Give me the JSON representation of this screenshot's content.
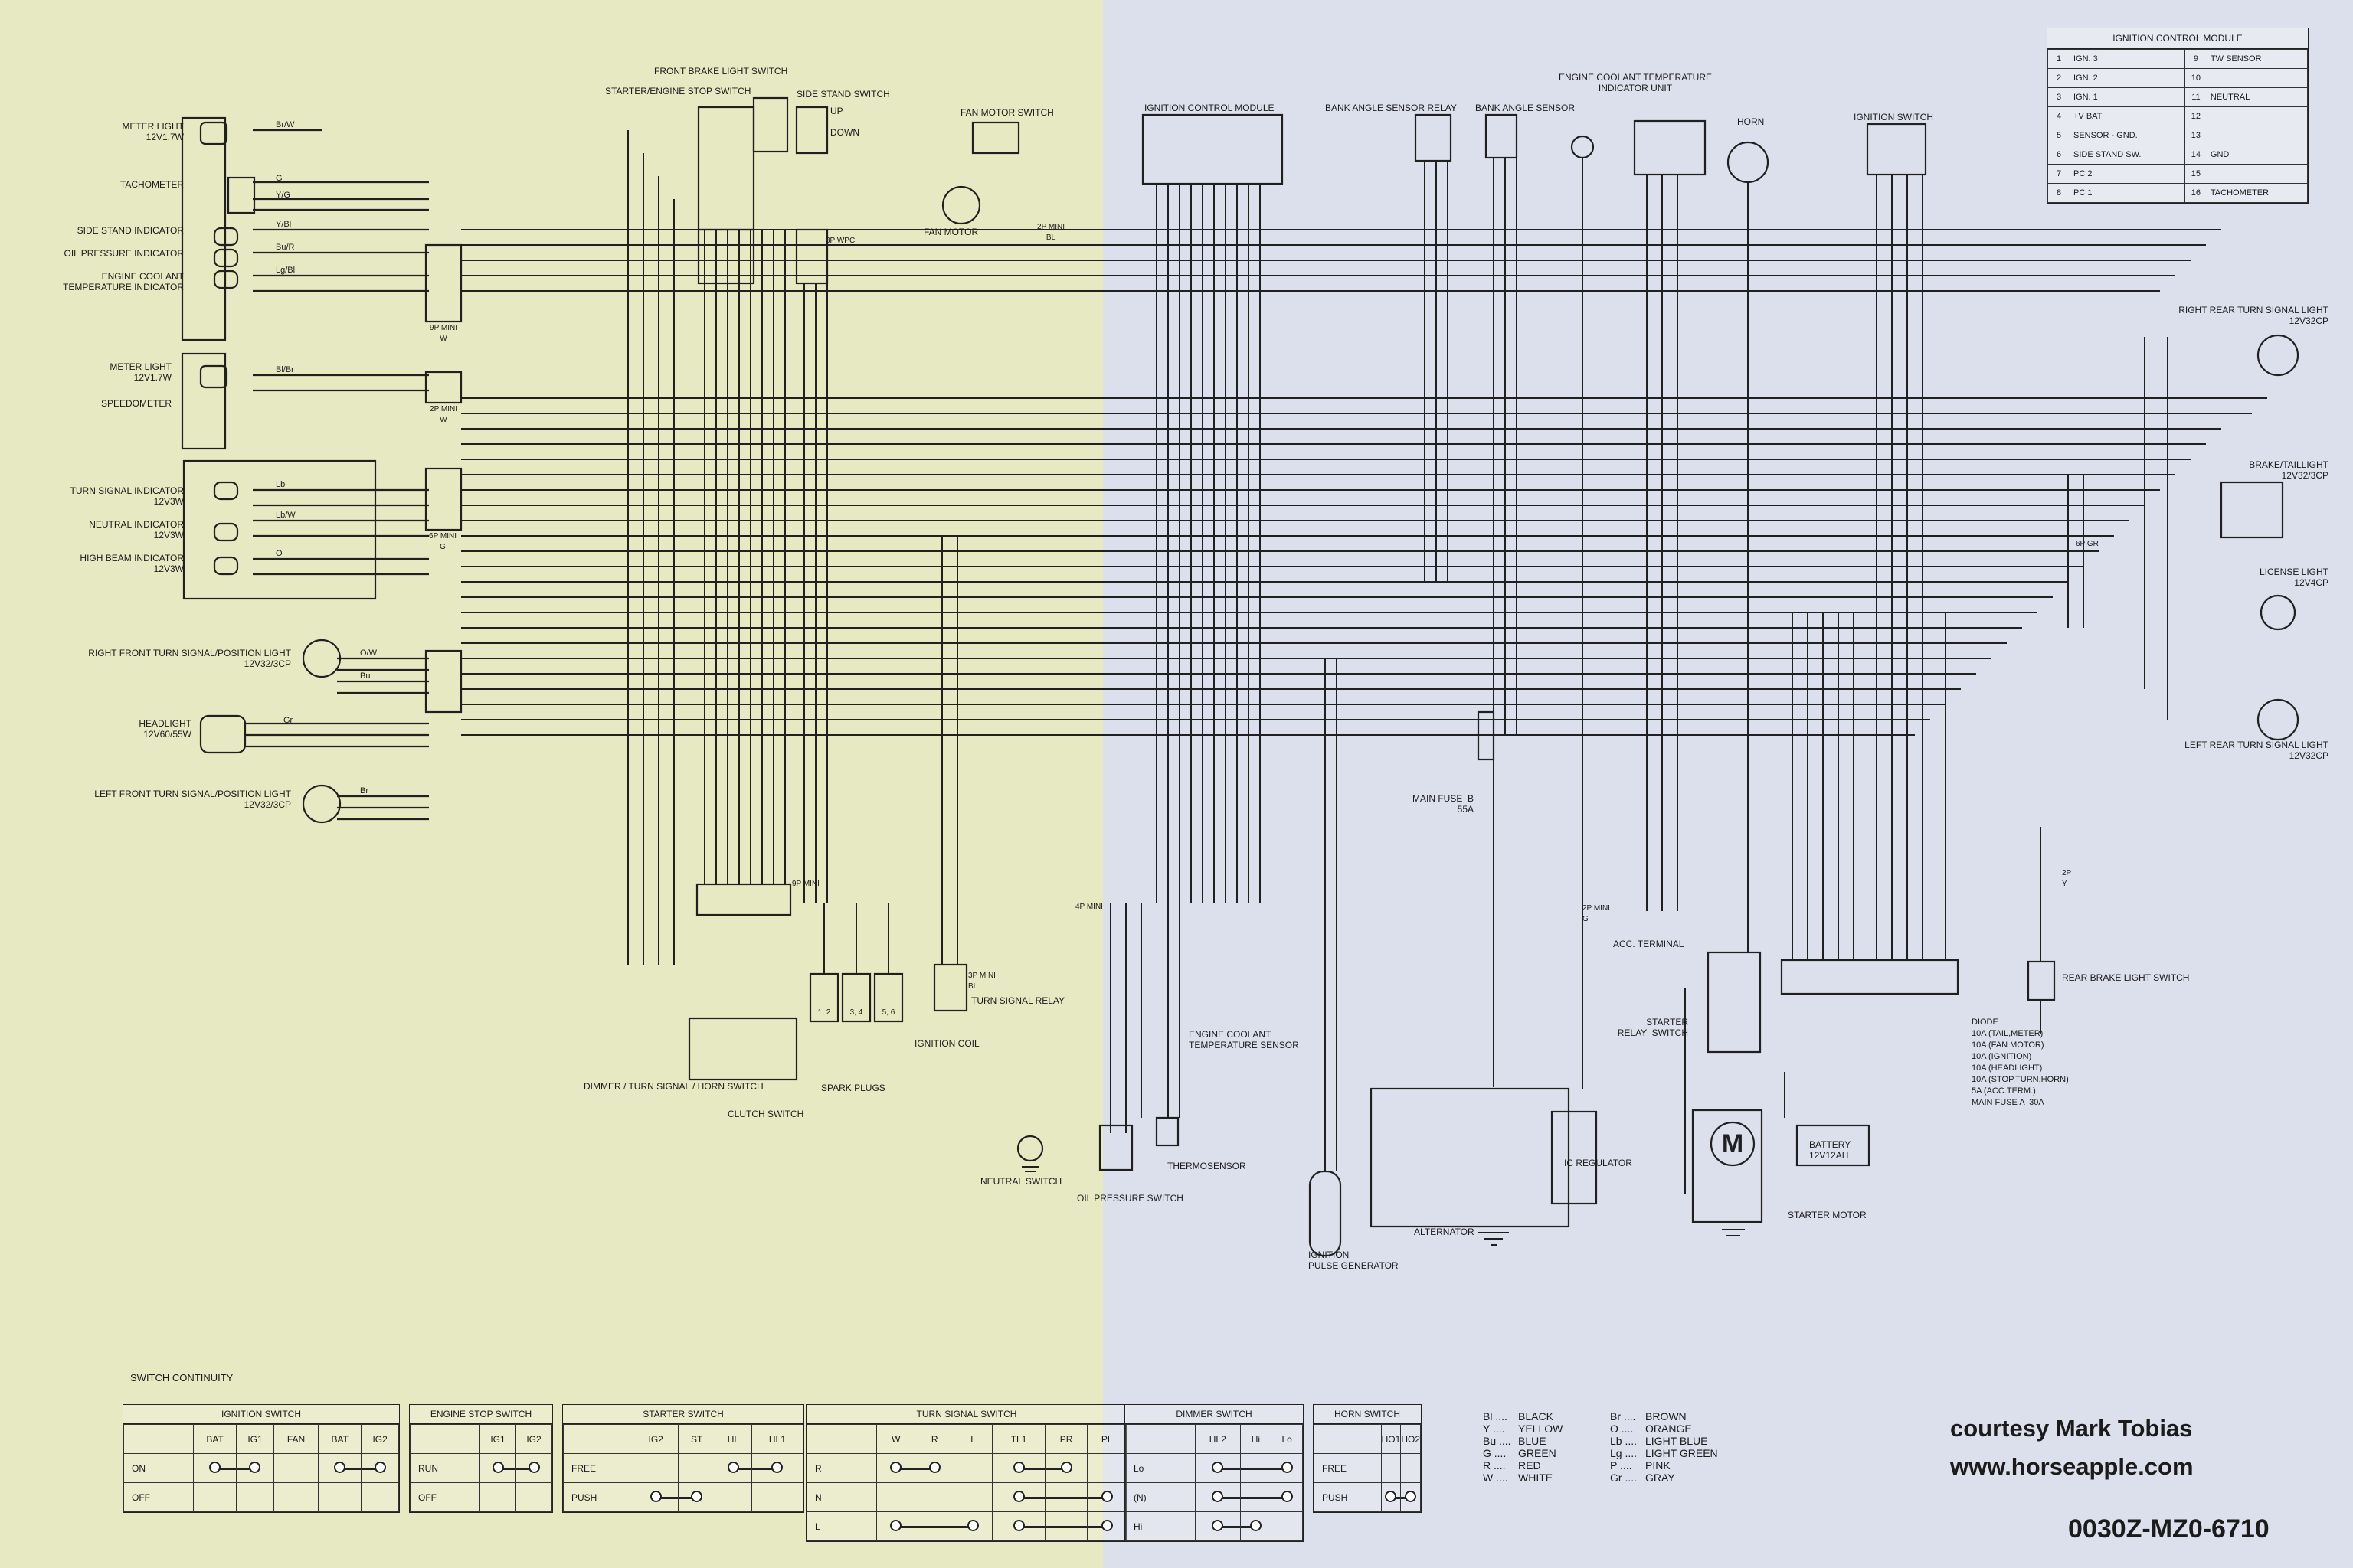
{
  "components_left": {
    "meter_light_1": "METER LIGHT\n12V1.7W",
    "tachometer": "TACHOMETER",
    "side_stand_indicator": "SIDE STAND INDICATOR",
    "oil_pressure_indicator": "OIL PRESSURE INDICATOR",
    "engine_coolant_indicator": "ENGINE COOLANT\nTEMPERATURE INDICATOR",
    "meter_light_2": "METER LIGHT\n12V1.7W",
    "speedometer": "SPEEDOMETER",
    "turn_signal_indicator": "TURN SIGNAL INDICATOR\n12V3W",
    "neutral_indicator": "NEUTRAL INDICATOR\n12V3W",
    "high_beam_indicator": "HIGH BEAM INDICATOR\n12V3W",
    "right_front_turn": "RIGHT FRONT TURN SIGNAL/POSITION LIGHT\n12V32/3CP",
    "headlight": "HEADLIGHT\n12V60/55W",
    "left_front_turn": "LEFT FRONT TURN SIGNAL/POSITION LIGHT\n12V32/3CP"
  },
  "components_center": {
    "front_brake_light_switch": "FRONT BRAKE LIGHT SWITCH",
    "starter_engine_stop_switch": "STARTER/ENGINE STOP SWITCH",
    "side_stand_switch": "SIDE STAND SWITCH",
    "up": "UP",
    "down": "DOWN",
    "fan_motor_switch": "FAN MOTOR SWITCH",
    "fan_motor": "FAN MOTOR",
    "conn_9p_mini_w": "9P MINI\nW",
    "conn_2p_mini_w": "2P MINI\nW",
    "conn_6p_mini_g": "6P MINI\nG",
    "conn_3p_wpc": "3P WPC",
    "conn_2p_mini_bl": "2P MINI\nBl",
    "conn_9p_mini": "9P MINI",
    "conn_3p_mini_bl": "3P MINI\nBl",
    "turn_signal_relay": "TURN SIGNAL RELAY",
    "ignition_coil": "IGNITION COIL",
    "spark_plugs": "SPARK PLUGS",
    "dimmer_turn_horn_switch": "DIMMER / TURN SIGNAL / HORN SWITCH",
    "clutch_switch": "CLUTCH SWITCH",
    "neutral_switch": "NEUTRAL SWITCH",
    "oil_pressure_switch": "OIL PRESSURE SWITCH",
    "thermosensor": "THERMOSENSOR",
    "plug_12": "1, 2",
    "plug_34": "3, 4",
    "plug_56": "5, 6"
  },
  "components_right": {
    "ignition_control_module": "IGNITION CONTROL MODULE",
    "bank_angle_sensor_relay": "BANK ANGLE SENSOR RELAY",
    "bank_angle_sensor": "BANK ANGLE SENSOR",
    "engine_coolant_unit": "ENGINE COOLANT TEMPERATURE\nINDICATOR UNIT",
    "horn": "HORN",
    "ignition_switch": "IGNITION SWITCH",
    "right_rear_turn": "RIGHT REAR TURN SIGNAL LIGHT\n12V32CP",
    "brake_taillight": "BRAKE/TAILLIGHT\n12V32/3CP",
    "license_light": "LICENSE LIGHT\n12V4CP",
    "left_rear_turn": "LEFT REAR TURN SIGNAL LIGHT\n12V32CP",
    "main_fuse_b": "MAIN FUSE  B\n55A",
    "conn_4p_mini": "4P MINI",
    "conn_2p_mini_g": "2P MINI\nG",
    "conn_2p_mini_y": "2P\nY",
    "conn_6p_gr": "6P Gr",
    "acc_terminal": "ACC. TERMINAL",
    "starter_relay_switch": "STARTER\nRELAY  SWITCH",
    "engine_coolant_sensor": "ENGINE COOLANT\nTEMPERATURE SENSOR",
    "ignition_pulse_generator": "IGNITION\nPULSE GENERATOR",
    "alternator": "ALTERNATOR",
    "ic_regulator": "IC REGULATOR",
    "starter_motor": "STARTER MOTOR",
    "battery": "BATTERY\n12V12AH",
    "rear_brake_light_switch": "REAR BRAKE LIGHT SWITCH",
    "fuses": [
      "DIODE",
      "10A (TAIL,METER)",
      "10A (FAN MOTOR)",
      "10A (IGNITION)",
      "10A (HEADLIGHT)",
      "10A (STOP,TURN,HORN)",
      "5A (ACC.TERM.)",
      "MAIN FUSE A  30A"
    ],
    "motor_symbol": "M"
  },
  "icm_table": {
    "title": "IGNITION CONTROL MODULE",
    "rows": [
      [
        "1",
        "IGN. 3",
        "9",
        "TW SENSOR"
      ],
      [
        "2",
        "IGN. 2",
        "10",
        ""
      ],
      [
        "3",
        "IGN. 1",
        "11",
        "NEUTRAL"
      ],
      [
        "4",
        "+V BAT",
        "12",
        ""
      ],
      [
        "5",
        "SENSOR - GND.",
        "13",
        ""
      ],
      [
        "6",
        "SIDE STAND SW.",
        "14",
        "GND"
      ],
      [
        "7",
        "PC 2",
        "15",
        ""
      ],
      [
        "8",
        "PC 1",
        "16",
        "TACHOMETER"
      ]
    ]
  },
  "switch_continuity": {
    "title": "SWITCH CONTINUITY",
    "tables": [
      {
        "title": "IGNITION SWITCH",
        "cols": [
          "BAT",
          "IG1",
          "FAN",
          "BAT",
          "IG2"
        ],
        "rows": [
          {
            "label": "ON",
            "bars": [
              [
                0,
                1
              ],
              [
                3,
                4
              ]
            ]
          },
          {
            "label": "OFF",
            "bars": []
          }
        ]
      },
      {
        "title": "ENGINE STOP SWITCH",
        "cols": [
          "IG1",
          "IG2"
        ],
        "rows": [
          {
            "label": "RUN",
            "bars": [
              [
                0,
                1
              ]
            ]
          },
          {
            "label": "OFF",
            "bars": []
          }
        ]
      },
      {
        "title": "STARTER SWITCH",
        "cols": [
          "IG2",
          "ST",
          "HL",
          "HL1"
        ],
        "rows": [
          {
            "label": "FREE",
            "bars": [
              [
                2,
                3
              ]
            ]
          },
          {
            "label": "PUSH",
            "bars": [
              [
                0,
                1
              ]
            ]
          }
        ]
      },
      {
        "title": "TURN SIGNAL SWITCH",
        "cols": [
          "W",
          "R",
          "L",
          "TL1",
          "PR",
          "PL"
        ],
        "rows": [
          {
            "label": "R",
            "bars": [
              [
                0,
                1
              ],
              [
                3,
                4
              ]
            ]
          },
          {
            "label": "N",
            "bars": [
              [
                3,
                5
              ]
            ]
          },
          {
            "label": "L",
            "bars": [
              [
                0,
                2
              ],
              [
                3,
                5
              ]
            ]
          }
        ]
      },
      {
        "title": "DIMMER SWITCH",
        "cols": [
          "HL2",
          "Hi",
          "Lo"
        ],
        "rows": [
          {
            "label": "Lo",
            "bars": [
              [
                0,
                2
              ]
            ]
          },
          {
            "label": "(N)",
            "bars": [
              [
                0,
                2
              ]
            ]
          },
          {
            "label": "Hi",
            "bars": [
              [
                0,
                1
              ]
            ]
          }
        ]
      },
      {
        "title": "HORN SWITCH",
        "cols": [
          "HO1",
          "HO2"
        ],
        "rows": [
          {
            "label": "FREE",
            "bars": []
          },
          {
            "label": "PUSH",
            "bars": [
              [
                0,
                1
              ]
            ]
          }
        ]
      }
    ]
  },
  "legend": [
    [
      "Bl",
      "BLACK",
      "Br",
      "BROWN"
    ],
    [
      "Y",
      "YELLOW",
      "O",
      "ORANGE"
    ],
    [
      "Bu",
      "BLUE",
      "Lb",
      "LIGHT BLUE"
    ],
    [
      "G",
      "GREEN",
      "Lg",
      "LIGHT GREEN"
    ],
    [
      "R",
      "RED",
      "P",
      "PINK"
    ],
    [
      "W",
      "WHITE",
      "Gr",
      "GRAY"
    ]
  ],
  "credit": {
    "line1": "courtesy Mark Tobias",
    "line2": "www.horseapple.com",
    "code": "0030Z-MZ0-6710"
  },
  "wire_codes": [
    "Br/W",
    "G",
    "Y/G",
    "Y/Bl",
    "Bu/R",
    "Lg/Bl",
    "Bl/Br",
    "Lb",
    "Lb/W",
    "O",
    "O/W",
    "Bu",
    "Gr",
    "Br"
  ]
}
